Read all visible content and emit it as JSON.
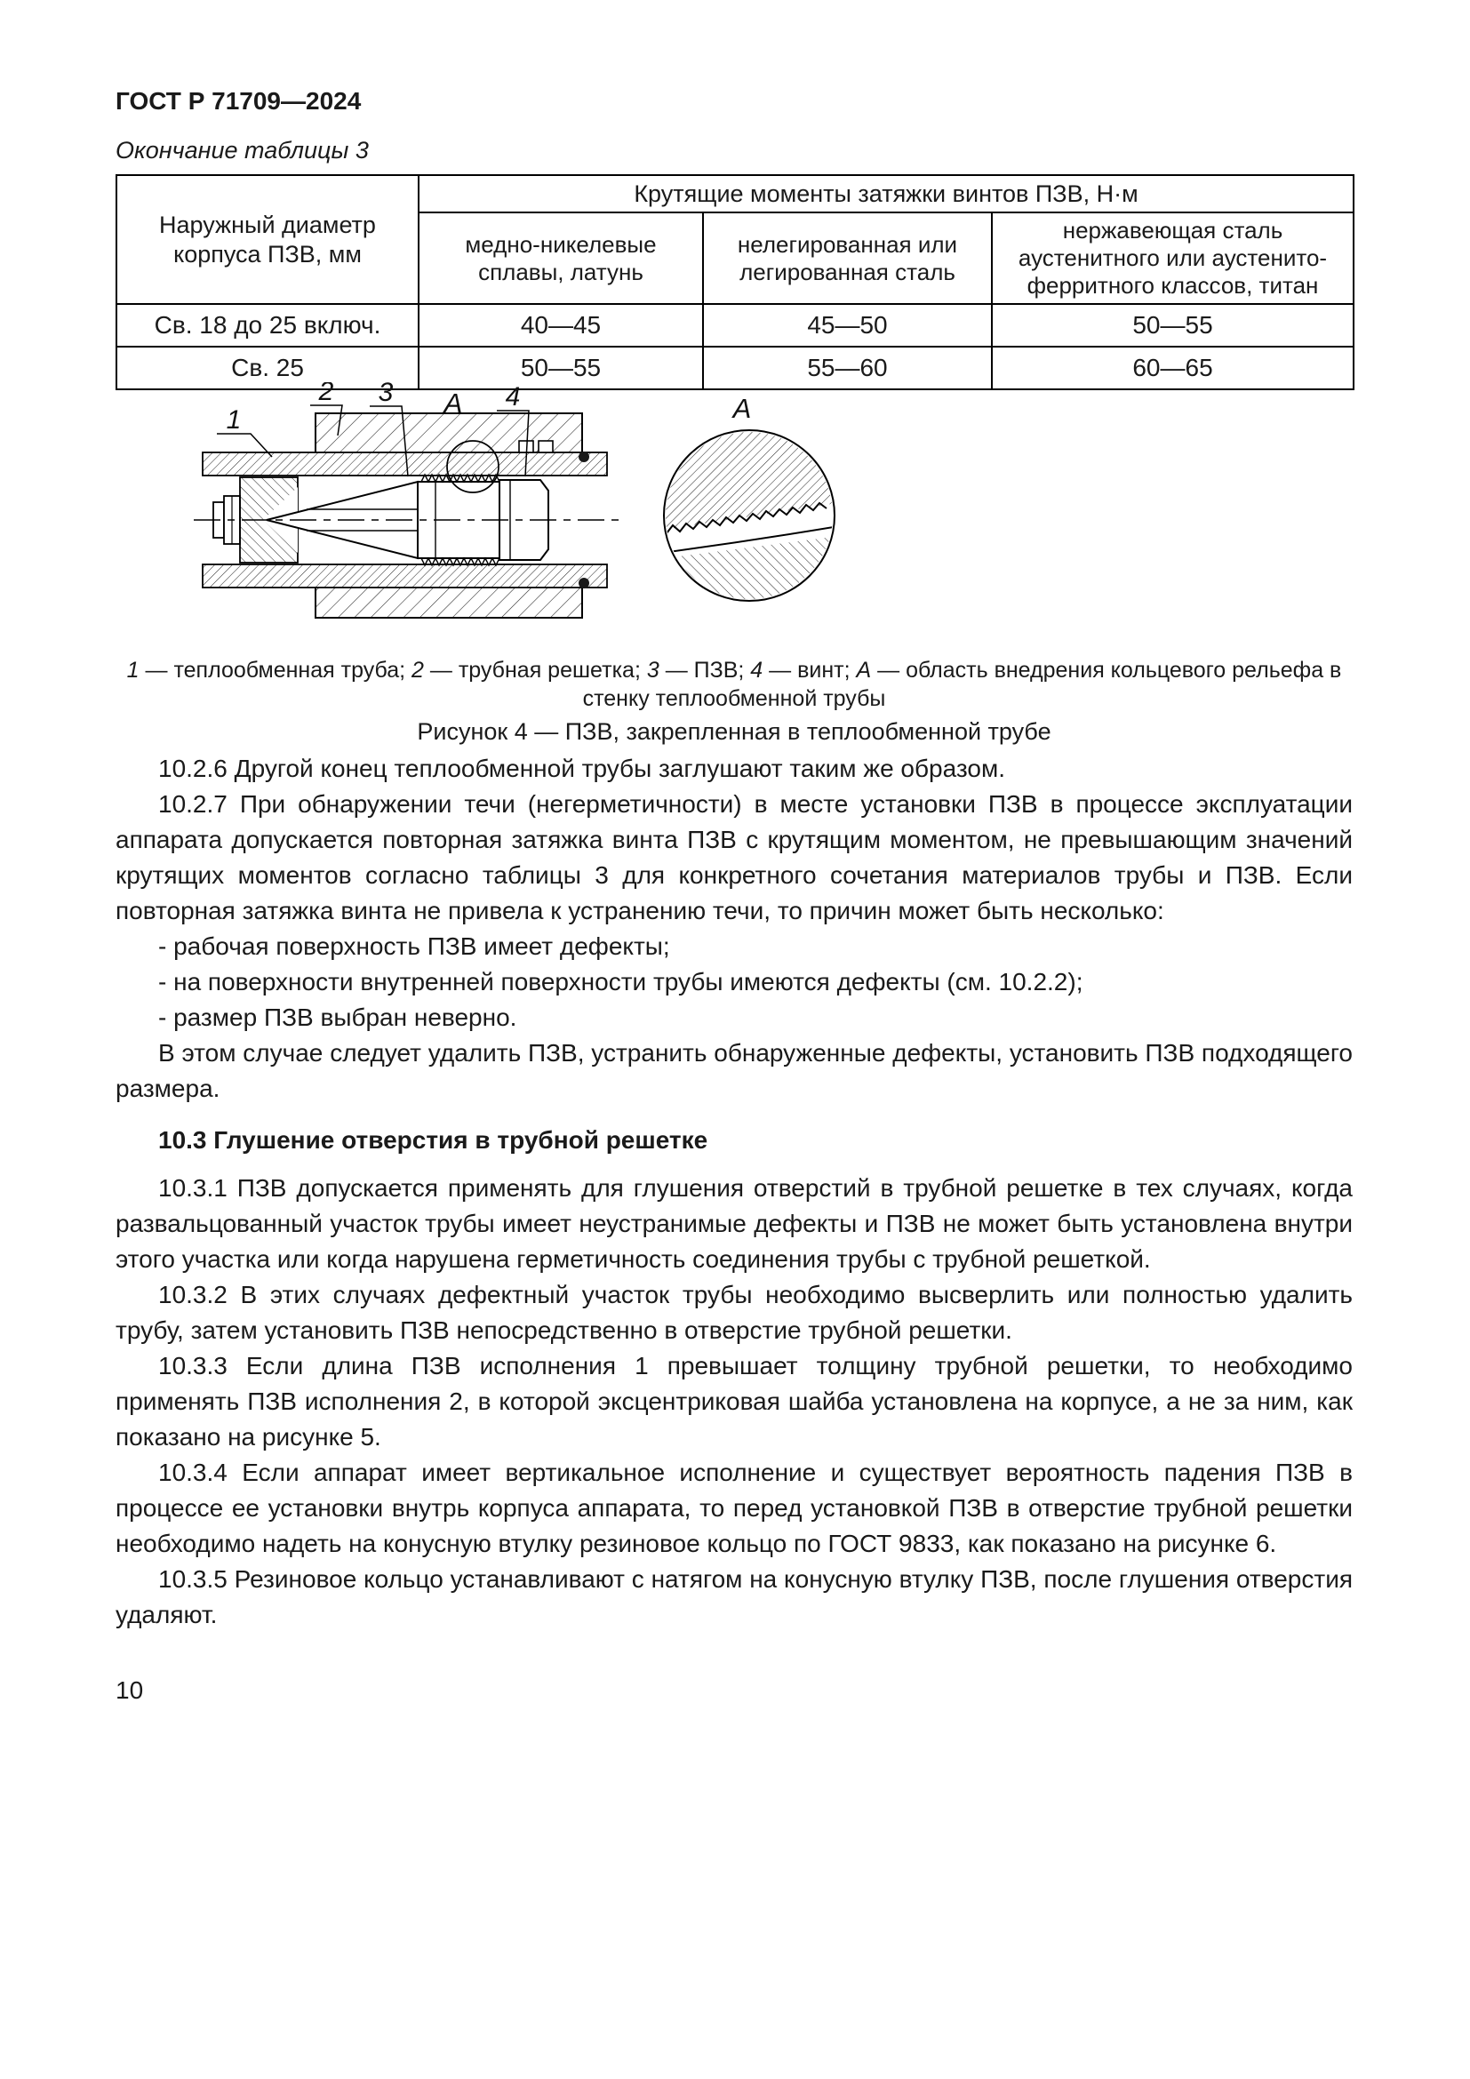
{
  "doc": {
    "header": "ГОСТ Р 71709—2024",
    "table_note": "Окончание таблицы 3",
    "page_number": "10"
  },
  "table3": {
    "col_diameter_header": "Наружный диаметр корпуса ПЗВ, мм",
    "torque_header": "Крутящие моменты затяжки винтов ПЗВ, Н·м",
    "material_headers": [
      "медно-никелевые сплавы, латунь",
      "нелегированная или легированная сталь",
      "нержавеющая сталь аустенитного или аустенито-ферритного классов, титан"
    ],
    "rows": [
      {
        "diameter": "Св. 18 до 25 включ.",
        "v1": "40—45",
        "v2": "45—50",
        "v3": "50—55"
      },
      {
        "diameter": "Св. 25",
        "v1": "50—55",
        "v2": "55—60",
        "v3": "60—65"
      }
    ]
  },
  "figure4": {
    "callouts": {
      "c1": "1",
      "c2": "2",
      "c3": "3",
      "c4": "4",
      "cA": "А",
      "cA_detail": "А"
    },
    "legend": [
      {
        "num": "1",
        "text": " — теплообменная труба; "
      },
      {
        "num": "2",
        "text": " — трубная решетка; "
      },
      {
        "num": "3",
        "text": " — ПЗВ; "
      },
      {
        "num": "4",
        "text": " — винт; "
      },
      {
        "num": "А",
        "text": " — область внедрения кольцевого рельефа в стенку теплообменной трубы"
      }
    ],
    "caption": "Рисунок 4 — ПЗВ, закрепленная в теплообменной трубе"
  },
  "body": {
    "p_10_2_6": "10.2.6 Другой конец теплообменной трубы заглушают таким же образом.",
    "p_10_2_7": "10.2.7 При обнаружении течи (негерметичности) в месте установки ПЗВ в процессе эксплуатации аппарата допускается повторная затяжка винта ПЗВ с крутящим моментом, не превышающим значений крутящих моментов согласно таблицы 3 для конкретного сочетания материалов трубы и ПЗВ. Если повторная затяжка винта не привела к устранению течи, то причин может быть несколько:",
    "li_1": "- рабочая поверхность ПЗВ имеет дефекты;",
    "li_2": "- на поверхности внутренней поверхности трубы имеются дефекты (см. 10.2.2);",
    "li_3": "- размер ПЗВ выбран неверно.",
    "p_conclusion": "В этом случае следует удалить ПЗВ, устранить обнаруженные дефекты, установить ПЗВ подходящего размера.",
    "h_10_3": "10.3 Глушение отверстия в трубной решетке",
    "p_10_3_1": "10.3.1 ПЗВ допускается применять для глушения отверстий в трубной решетке в тех случаях, когда развальцованный участок трубы имеет неустранимые дефекты и ПЗВ не может быть установлена внутри этого участка или когда нарушена герметичность соединения трубы с трубной решеткой.",
    "p_10_3_2": "10.3.2 В этих случаях дефектный участок трубы необходимо высверлить или полностью удалить трубу, затем установить ПЗВ непосредственно в отверстие трубной решетки.",
    "p_10_3_3": "10.3.3 Если длина ПЗВ исполнения 1 превышает толщину трубной решетки, то необходимо применять ПЗВ исполнения 2, в которой эксцентриковая шайба установлена на корпусе, а не за ним, как показано на рисунке 5.",
    "p_10_3_4": "10.3.4 Если аппарат имеет вертикальное исполнение и существует вероятность падения ПЗВ в процессе ее установки внутрь корпуса аппарата, то перед установкой ПЗВ в отверстие трубной решетки необходимо надеть на конусную втулку резиновое кольцо по ГОСТ 9833, как показано на рисунке 6.",
    "p_10_3_5": "10.3.5 Резиновое кольцо устанавливают с натягом на конусную втулку ПЗВ, после глушения отверстия удаляют."
  }
}
